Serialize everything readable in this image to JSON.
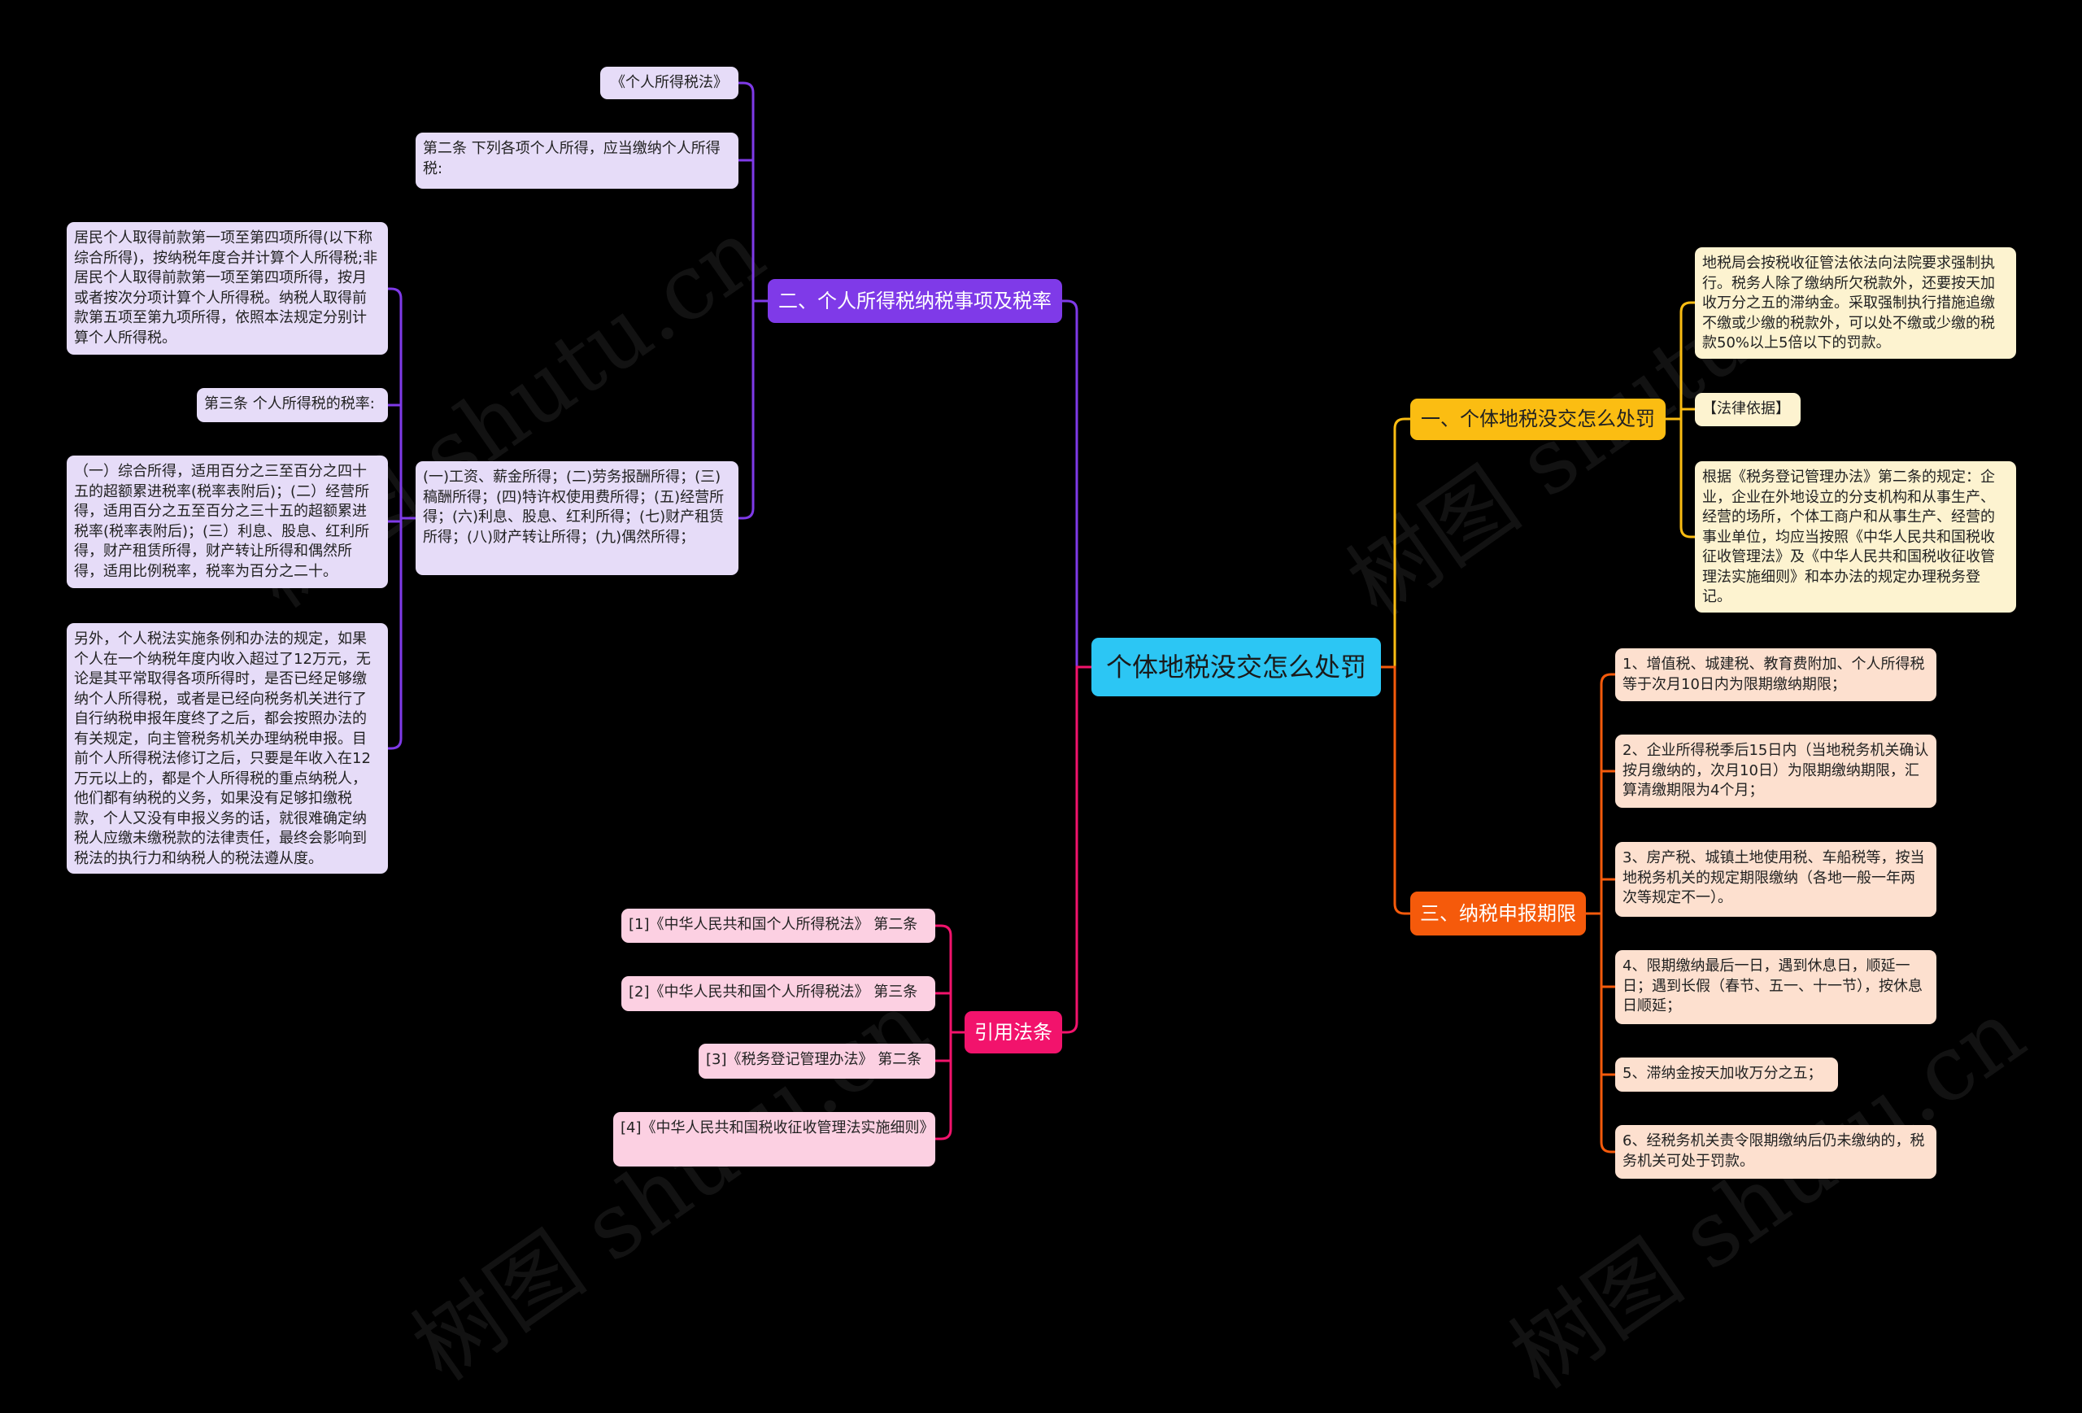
{
  "root": {
    "label": "个体地税没交怎么处罚"
  },
  "branches": {
    "penalty": {
      "label": "一、个体地税没交怎么处罚",
      "items": [
        "地税局会按税收征管法依法向法院要求强制执行。税务人除了缴纳所欠税款外，还要按天加收万分之五的滞纳金。采取强制执行措施追缴不缴或少缴的税款外，可以处不缴或少缴的税款50%以上5倍以下的罚款。",
        "【法律依据】",
        "根据《税务登记管理办法》第二条的规定：企业，企业在外地设立的分支机构和从事生产、经营的场所，个体工商户和从事生产、经营的事业单位，均应当按照《中华人民共和国税收征收管理法》及《中华人民共和国税收征收管理法实施细则》和本办法的规定办理税务登记。"
      ]
    },
    "deadline": {
      "label": "三、纳税申报期限",
      "items": [
        "1、增值税、城建税、教育费附加、个人所得税等于次月10日内为限期缴纳期限；",
        "2、企业所得税季后15日内（当地税务机关确认按月缴纳的，次月10日）为限期缴纳期限，汇算清缴期限为4个月；",
        "3、房产税、城镇土地使用税、车船税等，按当地税务机关的规定期限缴纳（各地一般一年两次等规定不一）。",
        "4、限期缴纳最后一日，遇到休息日，顺延一日；遇到长假（春节、五一、十一节），按休息日顺延；",
        "5、滞纳金按天加收万分之五；",
        "6、经税务机关责令限期缴纳后仍未缴纳的，税务机关可处于罚款。"
      ]
    },
    "income_tax": {
      "label": "二、个人所得税纳税事项及税率",
      "items": [
        "《个人所得税法》",
        "第二条 下列各项个人所得，应当缴纳个人所得税:",
        "(一)工资、薪金所得；(二)劳务报酬所得；(三)稿酬所得；(四)特许权使用费所得；(五)经营所得；(六)利息、股息、红利所得；(七)财产租赁所得；(八)财产转让所得；(九)偶然所得；"
      ],
      "sub_items": [
        "居民个人取得前款第一项至第四项所得(以下称综合所得)，按纳税年度合并计算个人所得税;非居民个人取得前款第一项至第四项所得，按月或者按次分项计算个人所得税。纳税人取得前款第五项至第九项所得，依照本法规定分别计算个人所得税。",
        "第三条 个人所得税的税率:",
        "（一）综合所得，适用百分之三至百分之四十五的超额累进税率(税率表附后)；(二）经营所得，适用百分之五至百分之三十五的超额累进税率(税率表附后)；(三）利息、股息、红利所得，财产租赁所得，财产转让所得和偶然所得，适用比例税率，税率为百分之二十。",
        "另外，个人税法实施条例和办法的规定，如果个人在一个纳税年度内收入超过了12万元，无论是其平常取得各项所得时，是否已经足够缴纳个人所得税，或者是已经向税务机关进行了自行纳税申报年度终了之后，都会按照办法的有关规定，向主管税务机关办理纳税申报。目前个人所得税法修订之后，只要是年收入在12万元以上的，都是个人所得税的重点纳税人，他们都有纳税的义务，如果没有足够扣缴税款，个人又没有申报义务的话，就很难确定纳税人应缴未缴税款的法律责任，最终会影响到税法的执行力和纳税人的税法遵从度。"
      ]
    },
    "references": {
      "label": "引用法条",
      "items": [
        "[1]《中华人民共和国个人所得税法》 第二条",
        "[2]《中华人民共和国个人所得税法》 第三条",
        "[3]《税务登记管理办法》 第二条",
        "[4]《中华人民共和国税收征收管理法实施细则》"
      ]
    }
  },
  "watermark": "树图 shutu.cn",
  "colors": {
    "root": "#2cc6f4",
    "yellow": "#fbbd12",
    "orange": "#f55a0b",
    "purple": "#7f3ae8",
    "pink": "#f2136c"
  }
}
